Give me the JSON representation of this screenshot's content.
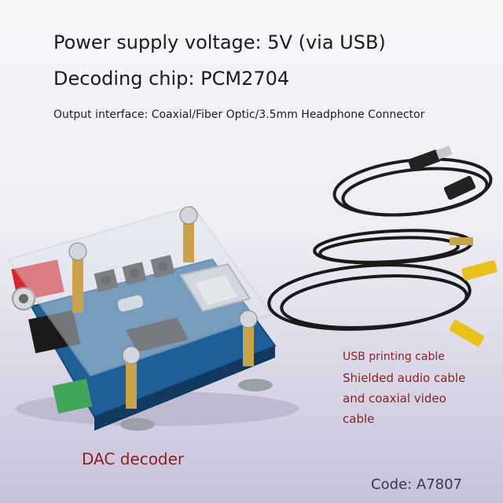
{
  "specs": {
    "voltage": "Power supply voltage: 5V (via USB)",
    "chip": "Decoding chip: PCM2704",
    "output": "Output interface: Coaxial/Fiber Optic/3.5mm Headphone Connector"
  },
  "cables": {
    "usb": "USB printing cable",
    "shielded_line1": "Shielded audio cable",
    "shielded_line2": "and coaxial video",
    "shielded_line3": "cable"
  },
  "product": {
    "name": "DAC decoder",
    "code": "Code: A7807"
  },
  "colors": {
    "pcb": "#1f5f98",
    "acrylic": "#dfe6ee",
    "rca_red": "#d9252a",
    "jack_green": "#3fa65a",
    "rca_yellow": "#e8c21a",
    "label_red": "#8b1e1e"
  }
}
